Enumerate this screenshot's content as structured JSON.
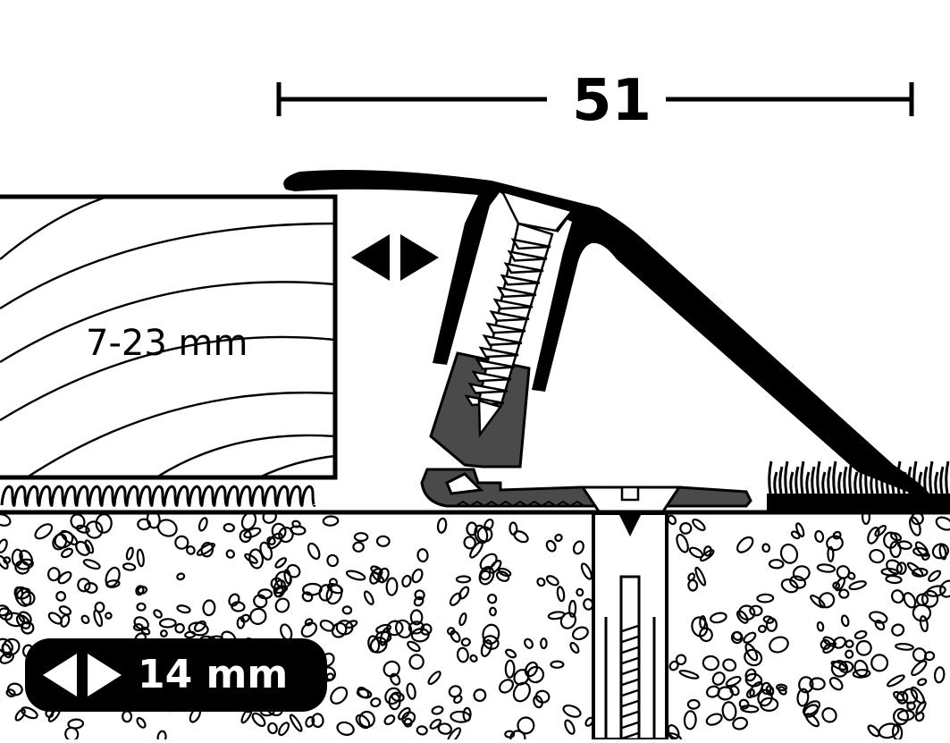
{
  "diagram": {
    "profile_width": "51",
    "floor_height_range": "7-23 mm",
    "expansion_gap": "14 mm"
  },
  "icons": {
    "gap_arrows": "double-arrow-left-right-icon",
    "badge_arrows": "double-arrow-left-right-icon",
    "screw": "screw-icon",
    "dowel": "wall-plug-icon"
  },
  "colors": {
    "ink": "#000000",
    "paper": "#ffffff",
    "base_rail": "#4a4a4a"
  }
}
